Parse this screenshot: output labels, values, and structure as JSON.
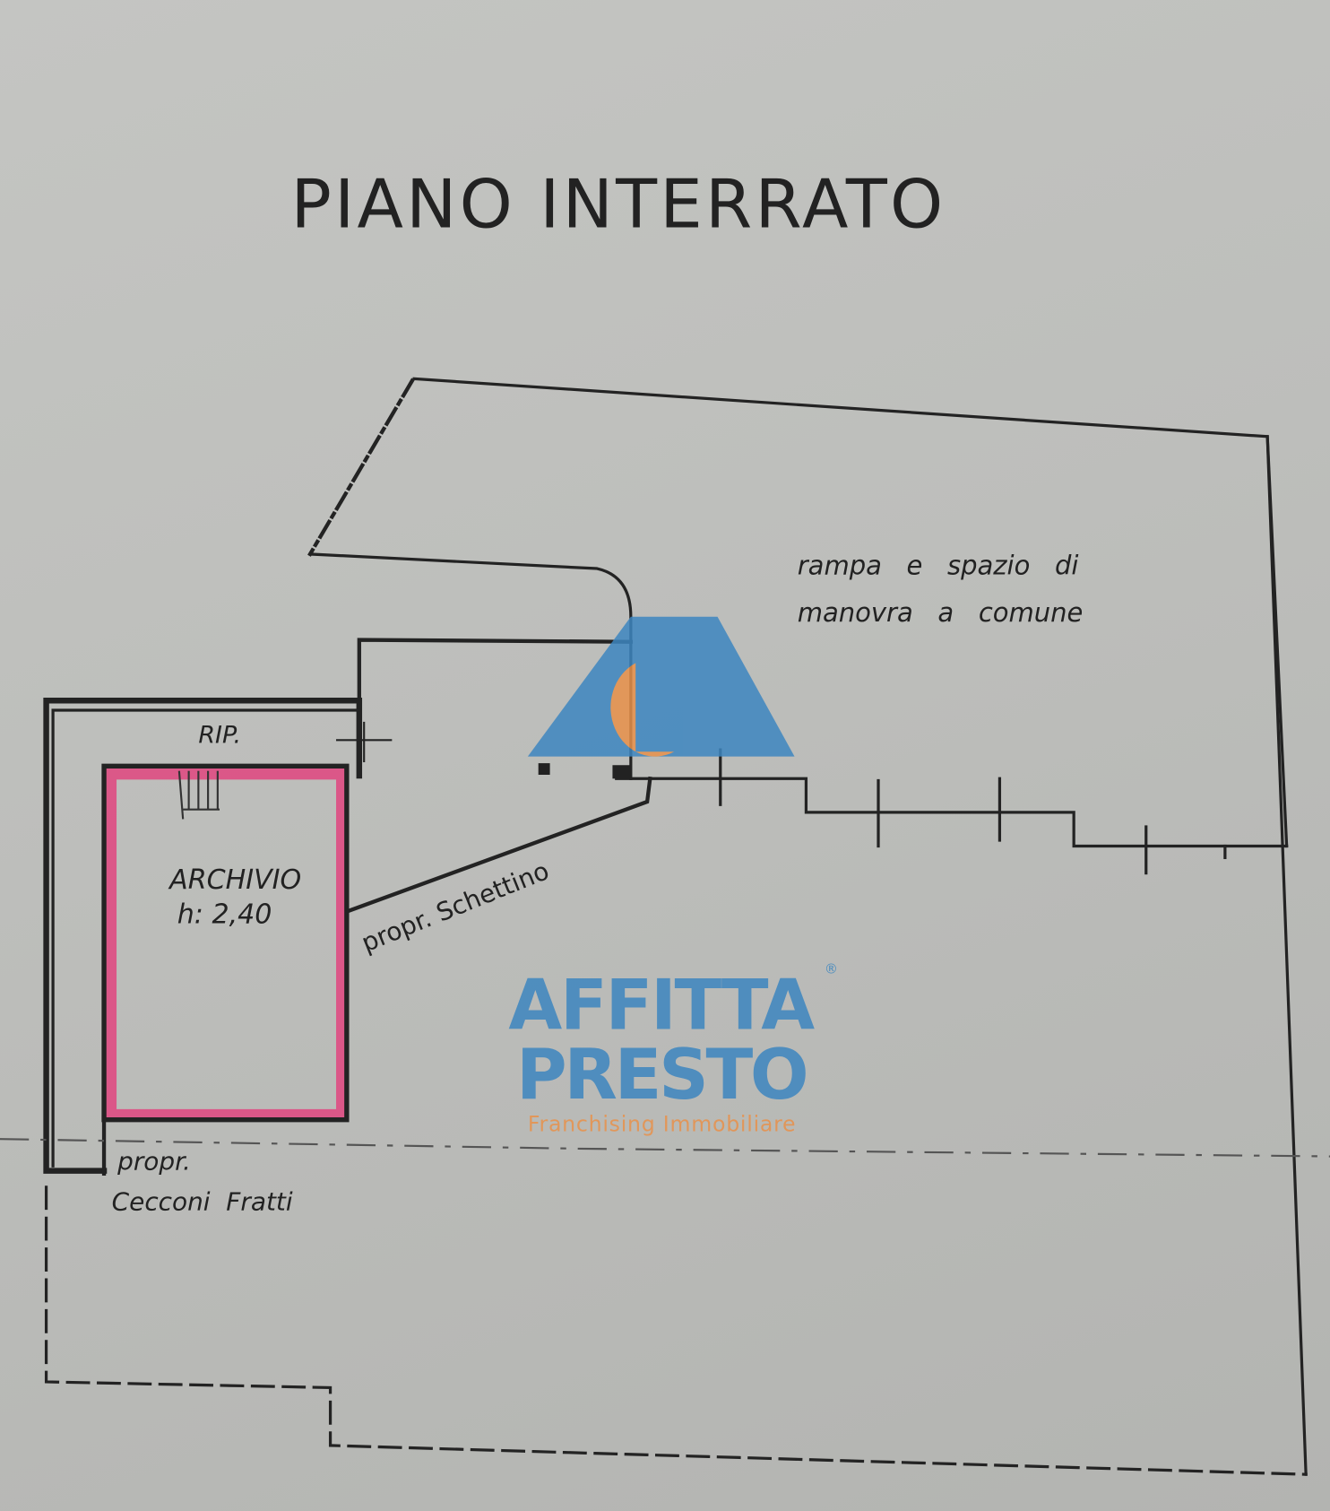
{
  "plan": {
    "title": "PIANO INTERRATO",
    "labels": {
      "common_area_line1": "rampa   e   spazio   di",
      "common_area_line2": "manovra   a   comune",
      "closet": "RIP.",
      "archive_name": "ARCHIVIO",
      "archive_height": "h: 2,40",
      "neighbor_schettino": "propr. Schettino",
      "neighbor_cecconi_line1": "propr.",
      "neighbor_cecconi_line2": "Cecconi  Fratti"
    },
    "highlight_color": "#e0457f"
  },
  "watermark": {
    "brand_line1": "AFFITTA",
    "brand_line2": "PRESTO",
    "registered": "®",
    "tagline": "Franchising Immobiliare",
    "blue": "#3d86c0",
    "orange": "#e8914a"
  }
}
